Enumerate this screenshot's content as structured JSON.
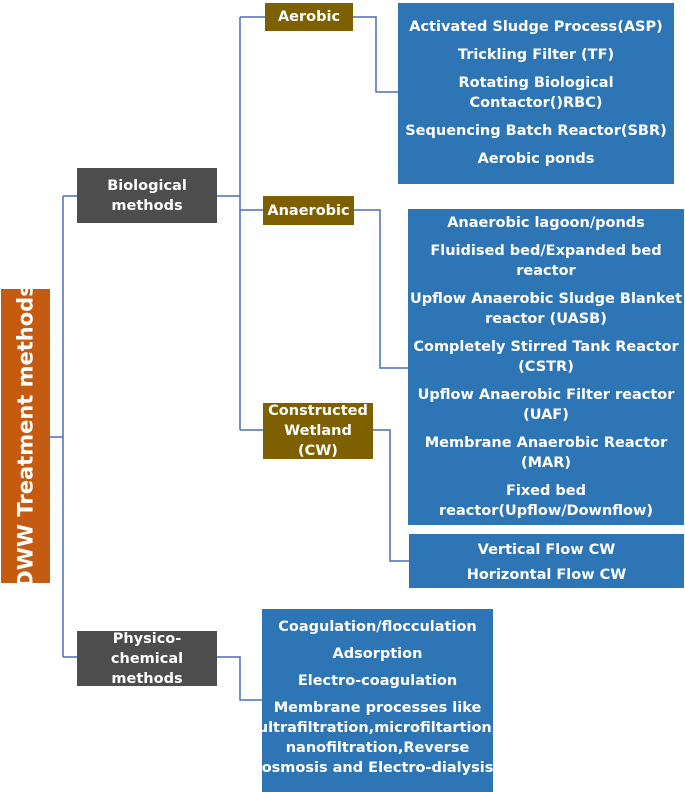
{
  "root": {
    "label": "DWW Treatment methods",
    "color": "#c55a11"
  },
  "biological": {
    "label": "Biological\nmethods",
    "aerobic": {
      "label": "Aerobic",
      "items": [
        "Activated Sludge Process(ASP)",
        "Trickling Filter (TF)",
        "Rotating Biological\nContactor()RBC)",
        "Sequencing Batch Reactor(SBR)",
        "Aerobic ponds"
      ]
    },
    "anaerobic": {
      "label": "Anaerobic",
      "items": [
        "Anaerobic lagoon/ponds",
        "Fluidised bed/Expanded bed\nreactor",
        "Upflow Anaerobic Sludge Blanket\nreactor (UASB)",
        "Completely Stirred Tank Reactor\n(CSTR)",
        "Upflow Anaerobic Filter reactor\n(UAF)",
        "Membrane Anaerobic Reactor\n(MAR)",
        "Fixed bed\nreactor(Upflow/Downflow)"
      ]
    },
    "constructed_wetland": {
      "label": "Constructed\nWetland (CW)",
      "items": [
        "Vertical Flow  CW",
        "Horizontal Flow CW"
      ]
    }
  },
  "physico_chemical": {
    "label": "Physico-chemical\nmethods",
    "items": [
      "Coagulation/flocculation",
      "Adsorption",
      "Electro-coagulation",
      "Membrane processes like\nultrafiltration,microfiltartion,\nnanofiltration,Reverse\nosmosis and Electro-dialysis"
    ]
  },
  "colors": {
    "method_box": "#4d4d4d",
    "subtype_box": "#7f6000",
    "list_box": "#2e75b6",
    "connector": "#4a6fb5"
  }
}
